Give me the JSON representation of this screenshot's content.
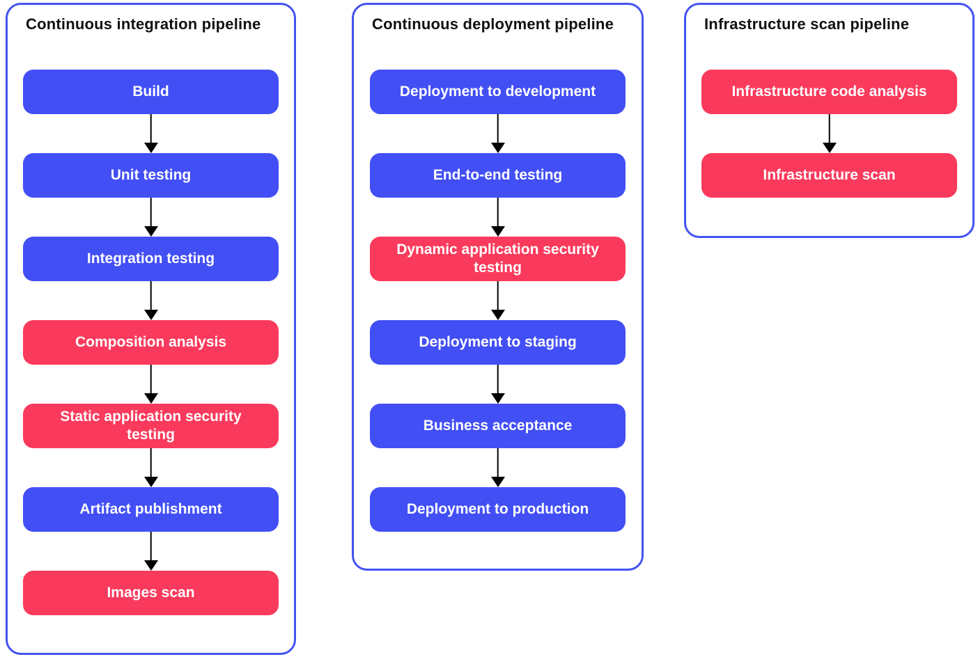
{
  "colors": {
    "blue": "#424ff5",
    "red": "#fa3a5c",
    "container_border": "#4353f2",
    "node_text": "#ffffff",
    "title_text": "#111111",
    "arrow": "#000000",
    "canvas_bg": "#ffffff"
  },
  "pipelines": [
    {
      "title": "Continuous integration pipeline",
      "nodes": [
        {
          "label": "Build",
          "variant": "blue"
        },
        {
          "label": "Unit testing",
          "variant": "blue"
        },
        {
          "label": "Integration testing",
          "variant": "blue"
        },
        {
          "label": "Composition analysis",
          "variant": "red"
        },
        {
          "label": "Static application security testing",
          "variant": "red"
        },
        {
          "label": "Artifact publishment",
          "variant": "blue"
        },
        {
          "label": "Images scan",
          "variant": "red"
        }
      ]
    },
    {
      "title": "Continuous deployment pipeline",
      "nodes": [
        {
          "label": "Deployment to development",
          "variant": "blue"
        },
        {
          "label": "End-to-end testing",
          "variant": "blue"
        },
        {
          "label": "Dynamic application security testing",
          "variant": "red"
        },
        {
          "label": "Deployment to staging",
          "variant": "blue"
        },
        {
          "label": "Business acceptance",
          "variant": "blue"
        },
        {
          "label": "Deployment to production",
          "variant": "blue"
        }
      ]
    },
    {
      "title": "Infrastructure scan pipeline",
      "nodes": [
        {
          "label": "Infrastructure code analysis",
          "variant": "red"
        },
        {
          "label": "Infrastructure scan",
          "variant": "red"
        }
      ]
    }
  ]
}
